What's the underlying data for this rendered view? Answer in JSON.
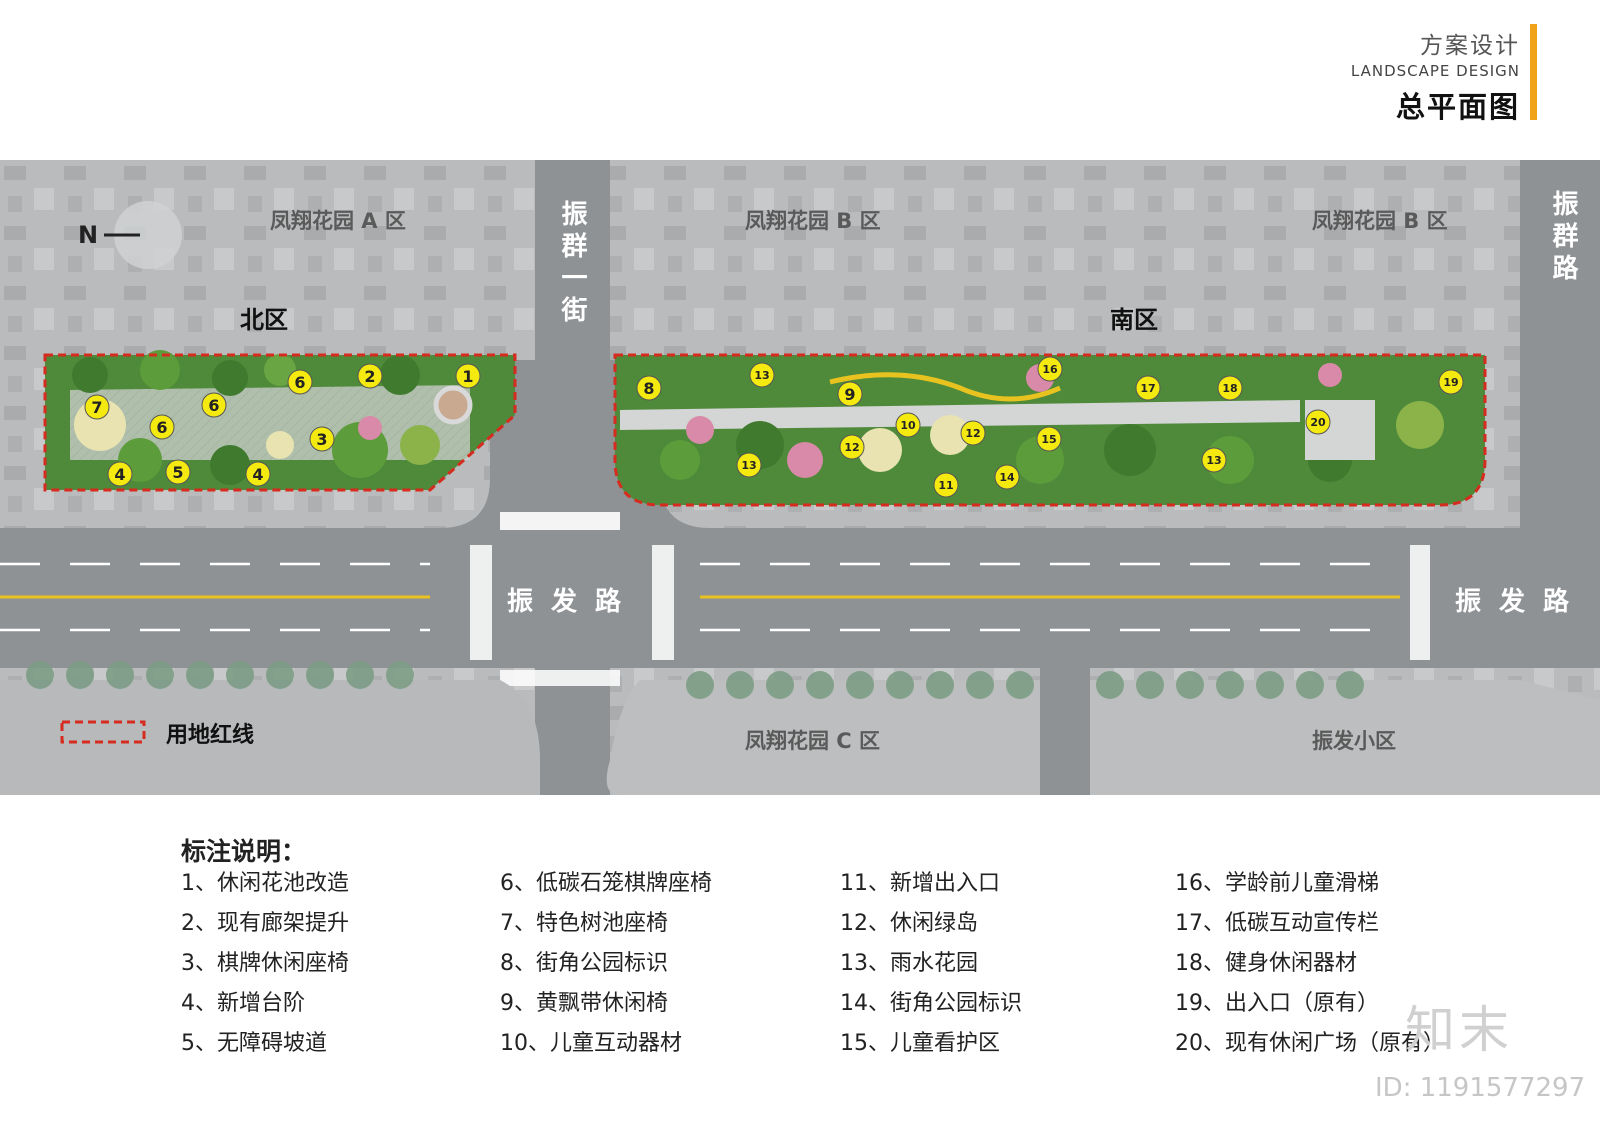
{
  "header": {
    "subtitle_cn": "方案设计",
    "subtitle_en": "LANDSCAPE DESIGN",
    "title": "总平面图",
    "accent_color": "#f0a318"
  },
  "map": {
    "north_label": "N",
    "zone_north": "北区",
    "zone_south": "南区",
    "areas": {
      "a": "凤翔花园 A 区",
      "b1": "凤翔花园 B 区",
      "b2": "凤翔花园 B 区",
      "c": "凤翔花园 C 区",
      "zhenfa": "振发小区"
    },
    "roads": {
      "zhenqun_1": "振群一街",
      "zhenqun_road": "振群路",
      "zhenfa_road": "振发路"
    },
    "markers": [
      "1",
      "2",
      "6",
      "6",
      "7",
      "6",
      "3",
      "4",
      "5",
      "4",
      "8",
      "13",
      "9",
      "16",
      "17",
      "18",
      "19",
      "10",
      "12",
      "12",
      "15",
      "20",
      "13",
      "11",
      "14",
      "13"
    ],
    "site_redline_label": "用地红线",
    "colors": {
      "redline": "#d62b1f",
      "marker_fill": "#f5ea10",
      "road": "#8f9295",
      "yellow_line": "#e8c31f"
    }
  },
  "legend": {
    "title": "标注说明：",
    "items": [
      {
        "num": "1、",
        "text": "休闲花池改造"
      },
      {
        "num": "2、",
        "text": "现有廊架提升"
      },
      {
        "num": "3、",
        "text": "棋牌休闲座椅"
      },
      {
        "num": "4、",
        "text": "新增台阶"
      },
      {
        "num": "5、",
        "text": "无障碍坡道"
      },
      {
        "num": "6、",
        "text": "低碳石笼棋牌座椅"
      },
      {
        "num": "7、",
        "text": "特色树池座椅"
      },
      {
        "num": "8、",
        "text": "街角公园标识"
      },
      {
        "num": "9、",
        "text": "黄飘带休闲椅"
      },
      {
        "num": "10、",
        "text": "儿童互动器材"
      },
      {
        "num": "11、",
        "text": "新增出入口"
      },
      {
        "num": "12、",
        "text": "休闲绿岛"
      },
      {
        "num": "13、",
        "text": "雨水花园"
      },
      {
        "num": "14、",
        "text": "街角公园标识"
      },
      {
        "num": "15、",
        "text": "儿童看护区"
      },
      {
        "num": "16、",
        "text": "学龄前儿童滑梯"
      },
      {
        "num": "17、",
        "text": "低碳互动宣传栏"
      },
      {
        "num": "18、",
        "text": "健身休闲器材"
      },
      {
        "num": "19、",
        "text": "出入口（原有）"
      },
      {
        "num": "20、",
        "text": "现有休闲广场（原有）"
      }
    ]
  },
  "watermark": {
    "brand": "知末",
    "id": "ID: 1191577297"
  }
}
